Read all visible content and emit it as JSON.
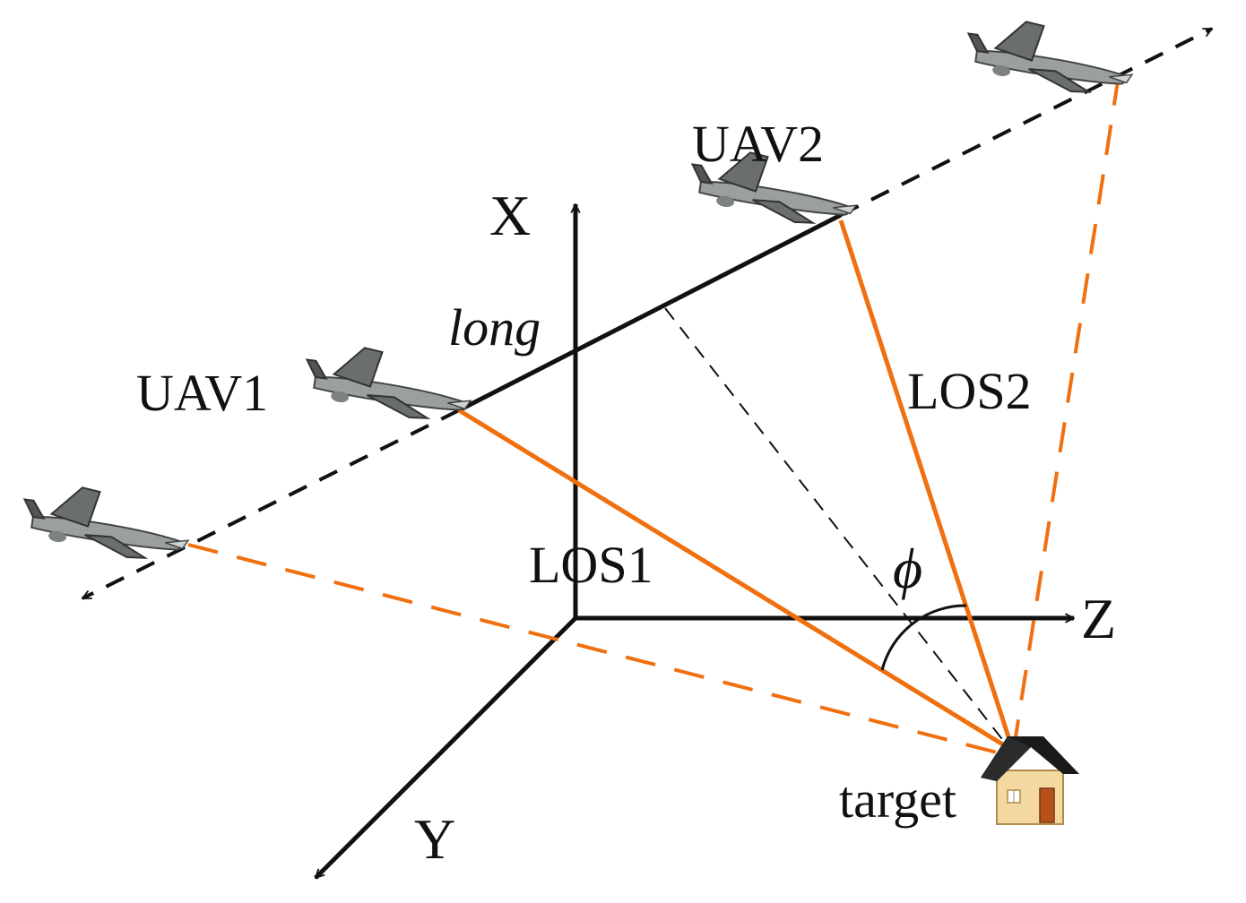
{
  "labels": {
    "uav1": "UAV1",
    "uav2": "UAV2",
    "los1": "LOS1",
    "los2": "LOS2",
    "long": "long",
    "axis_x": "X",
    "axis_y": "Y",
    "axis_z": "Z",
    "target": "target",
    "angle": "ϕ"
  },
  "colors": {
    "los": "#f07010",
    "axes": "#111111",
    "baseline": "#111111",
    "house_wall": "#f3d9a0",
    "house_roof": "#1a1a1a",
    "house_door": "#b5521b"
  },
  "icons": {
    "uav": "uav-aircraft-icon",
    "target": "house-icon"
  }
}
